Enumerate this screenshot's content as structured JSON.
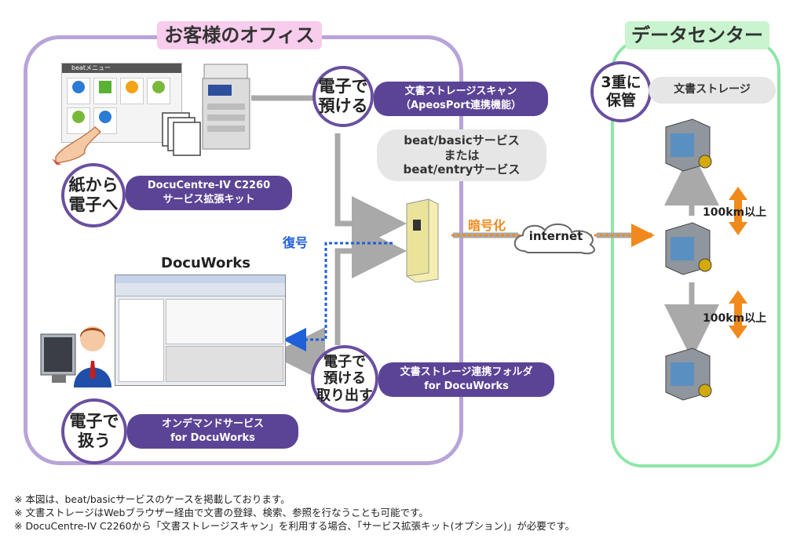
{
  "office": {
    "title": "お客様のオフィス"
  },
  "datacenter": {
    "title": "データセンター",
    "storage_label": "文書ストレージ",
    "triple_label": "3重に\n保管",
    "distance_1": "100km以上",
    "distance_2": "100km以上"
  },
  "circles": {
    "deposit": "電子で\n預ける",
    "paper_to_digital": "紙から\n電子へ",
    "deposit_retrieve": "電子で\n預ける\n取り出す",
    "handle": "電子で\n扱う"
  },
  "pills": {
    "scan": "文書ストレージスキャン\n（ApeosPort連携機能）",
    "docucentre": "DocuCentre-IV C2260\nサービス拡張キット",
    "folder": "文書ストレージ連携フォルダ\nfor DocuWorks",
    "ondemand": "オンデマンドサービス\nfor DocuWorks"
  },
  "service": {
    "text": "beat/basicサービス\nまたは\nbeat/entryサービス"
  },
  "labels": {
    "decrypt": "復号",
    "encrypt": "暗号化",
    "internet": "internet",
    "docuworks": "DocuWorks"
  },
  "beat_menu": {
    "title": "beatメニュー"
  },
  "notes": [
    "※ 本図は、beat/basicサービスのケースを掲載しております。",
    "※ 文書ストレージはWebブラウザー経由で文書の登録、検索、参照を行なうことも可能です。",
    "※ DocuCentre-IV C2260から「文書ストレージスキャン」を利用する場合、「サービス拡張キット(オプション)」が必要です。"
  ],
  "colors": {
    "office_border": "#b8a4d8",
    "dc_border": "#8ee6a6",
    "pill": "#5b4496",
    "decrypt": "#1f5fd8",
    "encrypt": "#f08a1c"
  }
}
